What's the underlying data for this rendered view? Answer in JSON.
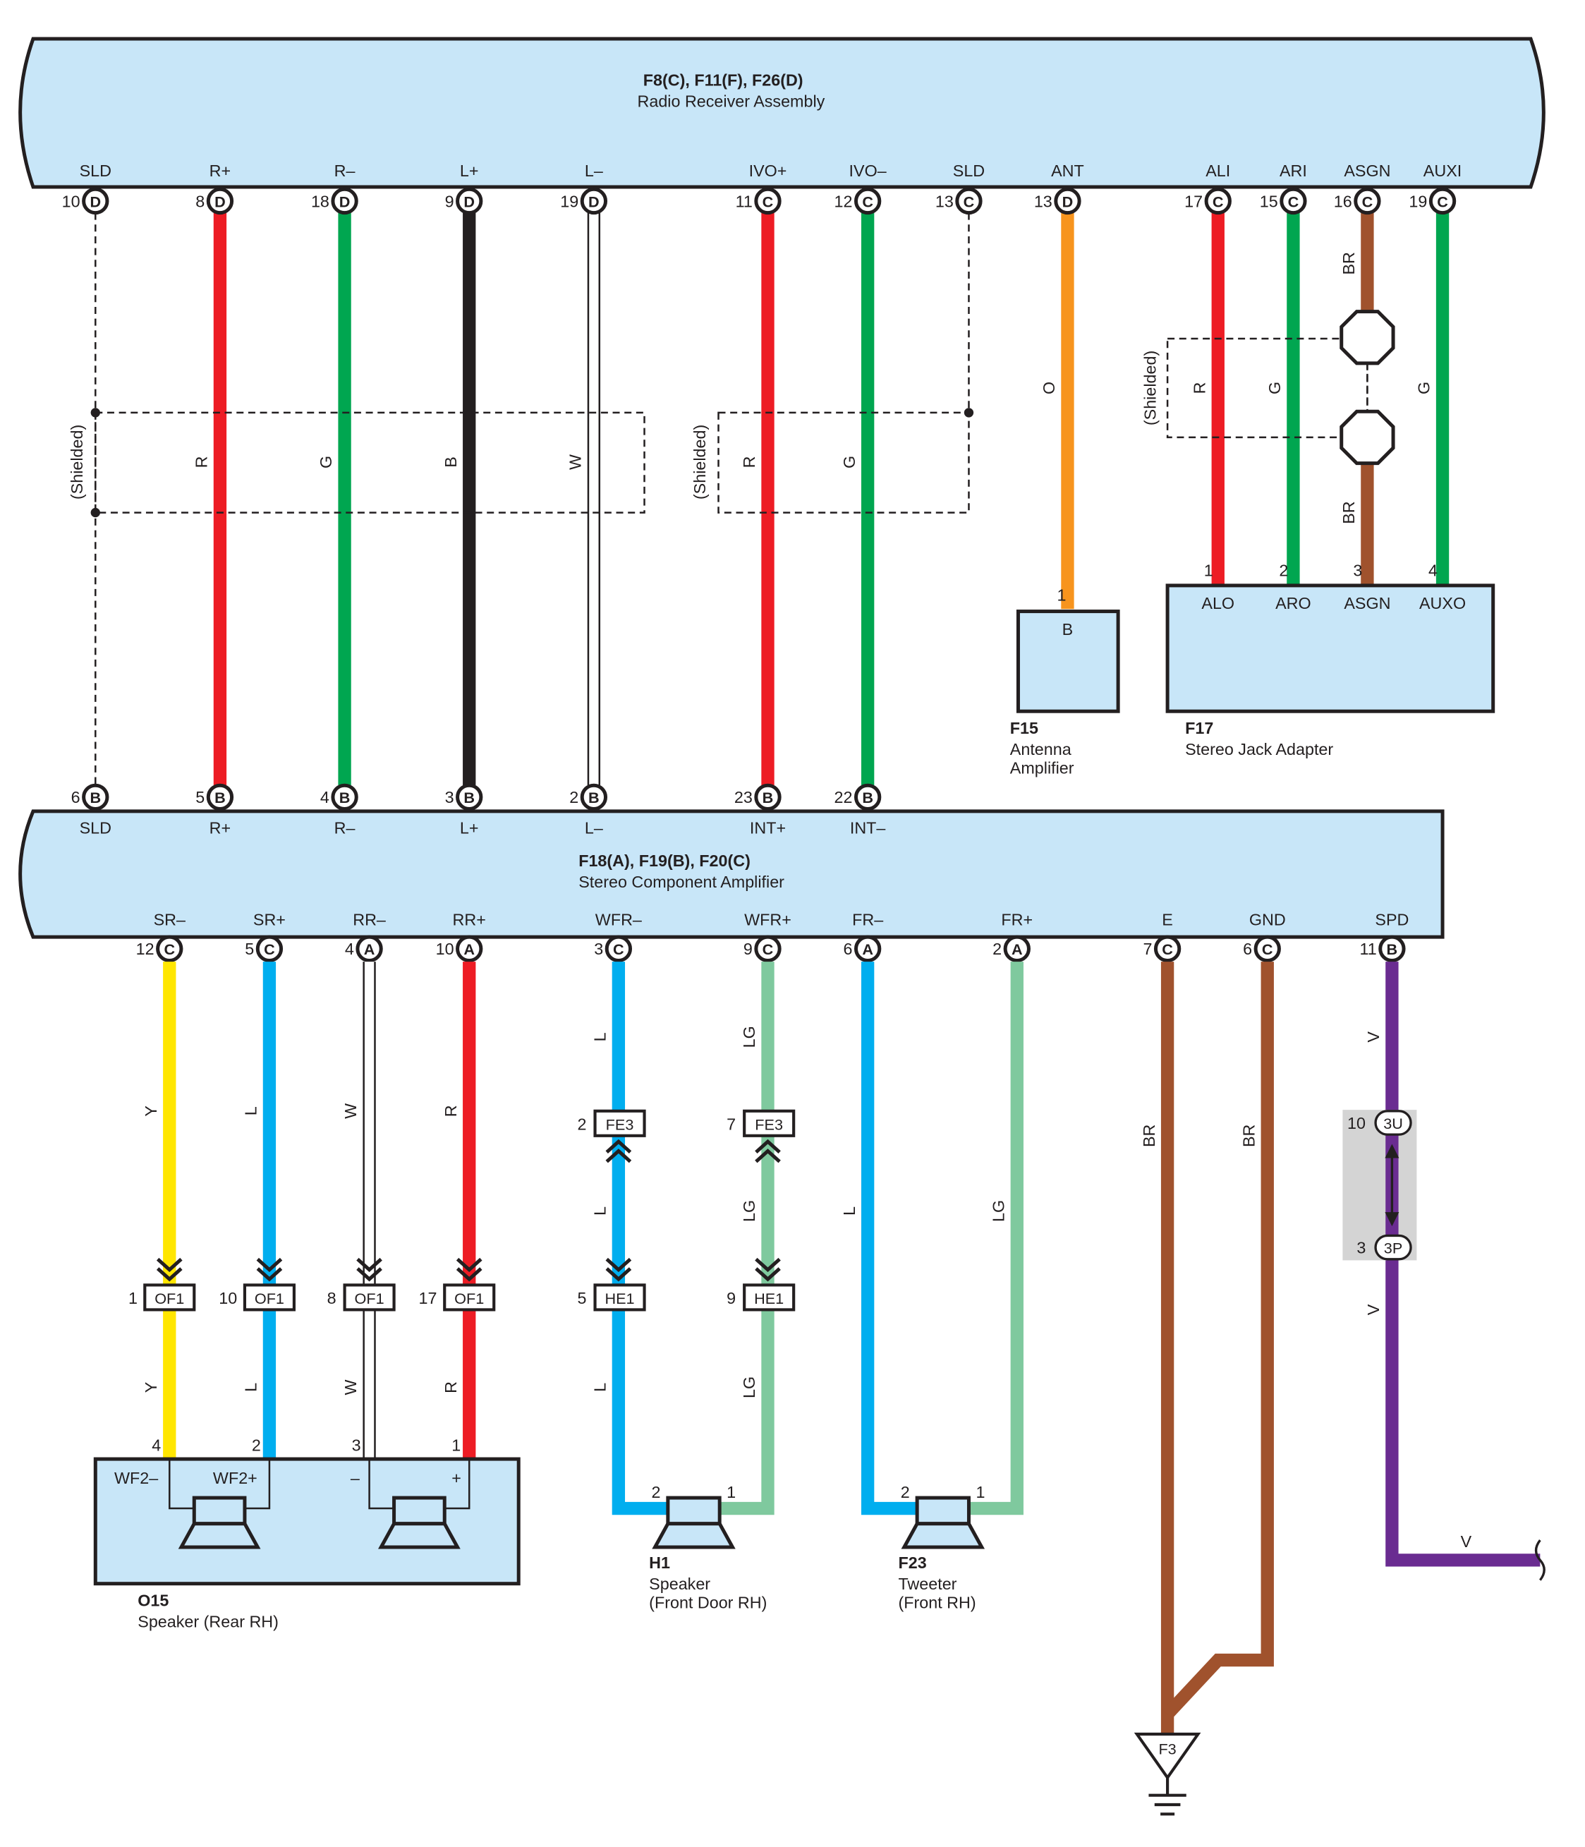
{
  "colors": {
    "box_fill": "#c8e6f8",
    "R": "#ed1c24",
    "G": "#00a650",
    "B": "#231f20",
    "W": "#ffffff",
    "O": "#f7941d",
    "BR": "#a0522d",
    "Y": "#ffe600",
    "L": "#00aeef",
    "LG": "#7fc99e",
    "V": "#6a2c91",
    "splice_shade": "#d4d4d4"
  },
  "receiver": {
    "code": "F8(C), F11(F), F26(D)",
    "name": "Radio Receiver Assembly",
    "pins": [
      {
        "label": "SLD",
        "num": "10",
        "conn": "D"
      },
      {
        "label": "R+",
        "num": "8",
        "conn": "D"
      },
      {
        "label": "R–",
        "num": "18",
        "conn": "D"
      },
      {
        "label": "L+",
        "num": "9",
        "conn": "D"
      },
      {
        "label": "L–",
        "num": "19",
        "conn": "D"
      },
      {
        "label": "IVO+",
        "num": "11",
        "conn": "C"
      },
      {
        "label": "IVO–",
        "num": "12",
        "conn": "C"
      },
      {
        "label": "SLD",
        "num": "13",
        "conn": "C"
      },
      {
        "label": "ANT",
        "num": "13",
        "conn": "D"
      },
      {
        "label": "ALI",
        "num": "17",
        "conn": "C"
      },
      {
        "label": "ARI",
        "num": "15",
        "conn": "C"
      },
      {
        "label": "ASGN",
        "num": "16",
        "conn": "C"
      },
      {
        "label": "AUXI",
        "num": "19",
        "conn": "C"
      }
    ]
  },
  "amplifier": {
    "code": "F18(A), F19(B), F20(C)",
    "name": "Stereo Component Amplifier",
    "top_pins": [
      {
        "label": "SLD",
        "num": "6",
        "conn": "B"
      },
      {
        "label": "R+",
        "num": "5",
        "conn": "B"
      },
      {
        "label": "R–",
        "num": "4",
        "conn": "B"
      },
      {
        "label": "L+",
        "num": "3",
        "conn": "B"
      },
      {
        "label": "L–",
        "num": "2",
        "conn": "B"
      },
      {
        "label": "INT+",
        "num": "23",
        "conn": "B"
      },
      {
        "label": "INT–",
        "num": "22",
        "conn": "B"
      }
    ],
    "bottom_pins": [
      {
        "label": "SR–",
        "num": "12",
        "conn": "C"
      },
      {
        "label": "SR+",
        "num": "5",
        "conn": "C"
      },
      {
        "label": "RR–",
        "num": "4",
        "conn": "A"
      },
      {
        "label": "RR+",
        "num": "10",
        "conn": "A"
      },
      {
        "label": "WFR–",
        "num": "3",
        "conn": "C"
      },
      {
        "label": "WFR+",
        "num": "9",
        "conn": "C"
      },
      {
        "label": "FR–",
        "num": "6",
        "conn": "A"
      },
      {
        "label": "FR+",
        "num": "2",
        "conn": "A"
      },
      {
        "label": "E",
        "num": "7",
        "conn": "C"
      },
      {
        "label": "GND",
        "num": "6",
        "conn": "C"
      },
      {
        "label": "SPD",
        "num": "11",
        "conn": "B"
      }
    ]
  },
  "shielded_label": "(Shielded)",
  "top_wire_colors": [
    "R",
    "G",
    "B",
    "W",
    "R",
    "G",
    "O",
    "R",
    "G",
    "BR",
    "BR",
    "G"
  ],
  "antenna_amp": {
    "code": "F15",
    "name_line1": "Antenna",
    "name_line2": "Amplifier",
    "pin_num": "1",
    "pin_label": "B"
  },
  "jack_adapter": {
    "code": "F17",
    "name": "Stereo Jack Adapter",
    "pins": [
      {
        "num": "1",
        "label": "ALO"
      },
      {
        "num": "2",
        "label": "ARO"
      },
      {
        "num": "3",
        "label": "ASGN"
      },
      {
        "num": "4",
        "label": "AUXO"
      }
    ]
  },
  "bottom_wire_colors": {
    "y": "Y",
    "l": "L",
    "w": "W",
    "r": "R",
    "lg": "LG",
    "br": "BR",
    "v": "V"
  },
  "connectors": {
    "fe3": "FE3",
    "he1": "HE1",
    "of1": "OF1",
    "3u": "3U",
    "3p": "3P",
    "fe3_pins": [
      "2",
      "7"
    ],
    "he1_pins": [
      "5",
      "9"
    ],
    "of1_pins": [
      "1",
      "10",
      "8",
      "17"
    ],
    "3u_pin": "10",
    "3p_pin": "3"
  },
  "rear_speaker": {
    "code": "O15",
    "name": "Speaker (Rear RH)",
    "pins": [
      "4",
      "2",
      "3",
      "1"
    ],
    "labels": [
      "WF2–",
      "WF2+",
      "–",
      "+"
    ]
  },
  "front_door_speaker": {
    "code": "H1",
    "name_line1": "Speaker",
    "name_line2": "(Front Door RH)",
    "pins": [
      "2",
      "1"
    ]
  },
  "tweeter": {
    "code": "F23",
    "name_line1": "Tweeter",
    "name_line2": "(Front RH)",
    "pins": [
      "2",
      "1"
    ]
  },
  "ground": {
    "label": "F3"
  }
}
